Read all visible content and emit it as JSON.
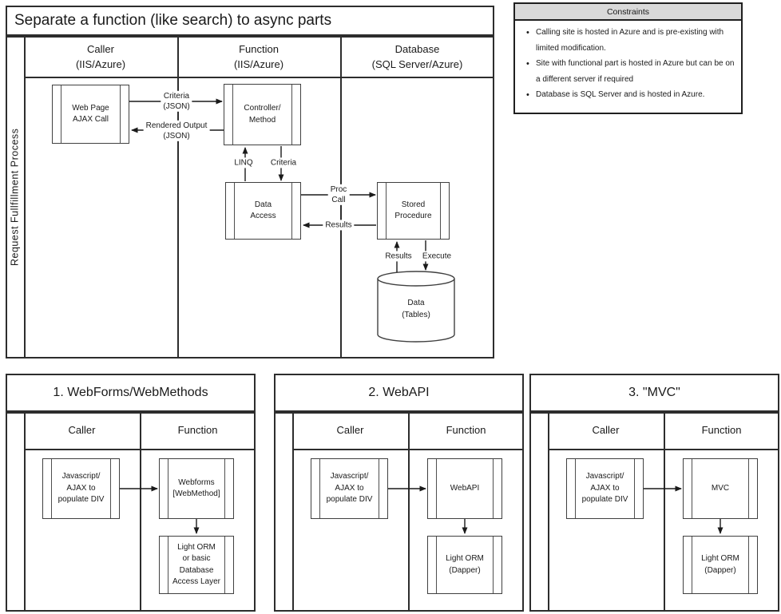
{
  "main": {
    "title": "Separate a function (like search) to async parts",
    "side_label": "Request Fullfillment Process",
    "lanes": [
      "Caller\n(IIS/Azure)",
      "Function\n(IIS/Azure)",
      "Database\n(SQL Server/Azure)"
    ],
    "nodes": {
      "web_page": "Web Page\nAJAX Call",
      "controller": "Controller/\nMethod",
      "data_access": "Data\nAccess",
      "stored_procedure": "Stored\nProcedure",
      "data_tables": "Data\n(Tables)"
    },
    "edges": {
      "criteria_json": "Criteria\n(JSON)",
      "rendered_output": "Rendered Output\n(JSON)",
      "linq": "LINQ",
      "criteria": "Criteria",
      "proc_call": "Proc\nCall",
      "results": "Results",
      "results_up": "Results",
      "execute": "Execute"
    }
  },
  "constraints": {
    "title": "Constraints",
    "items": [
      "Calling site is hosted in Azure and is pre-existing with limited modification.",
      "Site with functional part is hosted in Azure but can be on a different server if required",
      "Database is SQL Server and is hosted in Azure."
    ]
  },
  "variants": [
    {
      "title": "1. WebForms/WebMethods",
      "lanes": [
        "Caller",
        "Function"
      ],
      "caller_box": "Javascript/\nAJAX to\npopulate DIV",
      "function_box": "Webforms\n[WebMethod]",
      "dal_box": "Light ORM\nor basic\nDatabase\nAccess Layer"
    },
    {
      "title": "2. WebAPI",
      "lanes": [
        "Caller",
        "Function"
      ],
      "caller_box": "Javascript/\nAJAX to\npopulate DIV",
      "function_box": "WebAPI",
      "dal_box": "Light ORM\n(Dapper)"
    },
    {
      "title": "3. \"MVC\"",
      "lanes": [
        "Caller",
        "Function"
      ],
      "caller_box": "Javascript/\nAJAX to\npopulate DIV",
      "function_box": "MVC",
      "dal_box": "Light ORM\n(Dapper)"
    }
  ]
}
